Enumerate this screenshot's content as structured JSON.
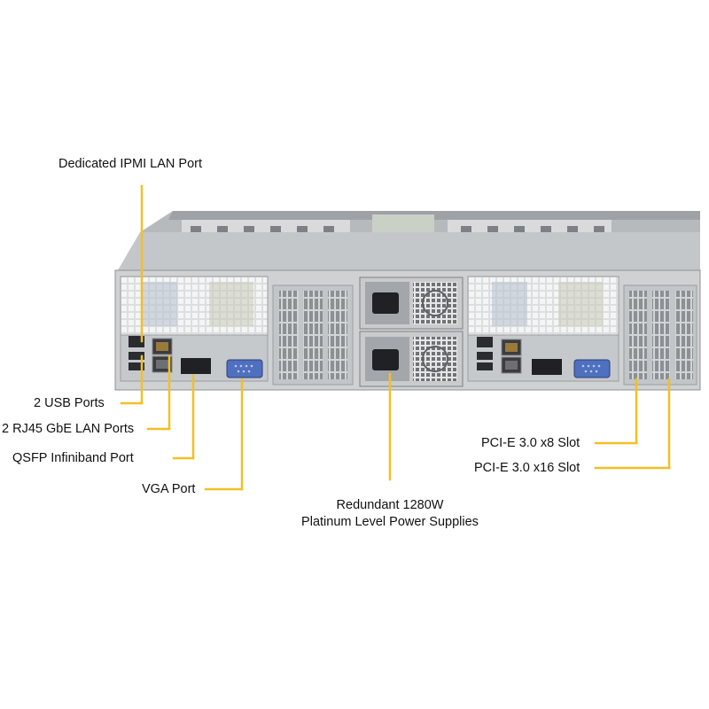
{
  "colors": {
    "callout_line": "#f2c025",
    "chassis_body": "#c8cacc",
    "chassis_top": "#a9adb1",
    "port_dark": "#2a2c30",
    "vga_blue": "#4f6fbf"
  },
  "labels": {
    "ipmi": "Dedicated IPMI LAN Port",
    "usb": "2 USB Ports",
    "rj45": "2 RJ45 GbE LAN Ports",
    "qsfp": "QSFP Infiniband Port",
    "vga": "VGA Port",
    "psu_line1": "Redundant 1280W",
    "psu_line2": "Platinum Level Power Supplies",
    "pcie_x8": "PCI-E 3.0 x8 Slot",
    "pcie_x16": "PCI-E 3.0 x16 Slot"
  },
  "icons": [
    "server-chassis-rear-view"
  ]
}
